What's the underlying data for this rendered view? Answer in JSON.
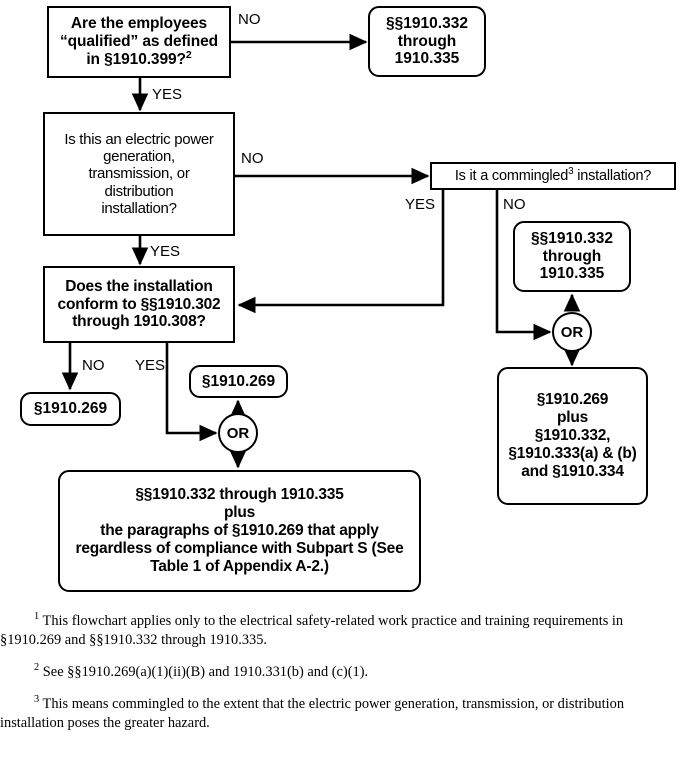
{
  "title_alt": "OSHA electrical safety work practice applicability flowchart",
  "nodes": {
    "q_qualified": "Are the employees\n“qualified” as defined\nin §1910.399?",
    "q_qualified_sup": "2",
    "t_332_top": "§§1910.332\nthrough\n1910.335",
    "q_epg": "Is this an electric power\ngeneration,\ntransmission, or\ndistribution\ninstallation?",
    "q_commingled_a": "Is it a commingled",
    "q_commingled_sup": "3",
    "q_commingled_b": " installation?",
    "t_332_right": "§§1910.332\nthrough\n1910.335",
    "q_conform": "Does the installation\nconform to §§1910.302\nthrough 1910.308?",
    "t_269_left": "§1910.269",
    "t_269_mid": "§1910.269",
    "or_left": "OR",
    "or_right": "OR",
    "t_big_bottom": "§§1910.332 through 1910.335\nplus\nthe paragraphs of §1910.269 that apply\nregardless of compliance with Subpart S (See\nTable 1 of Appendix A-2.)",
    "t_right_plus": "§1910.269\nplus\n§1910.332,\n§1910.333(a) & (b)\nand §1910.334"
  },
  "edge_labels": {
    "no_qualified": "NO",
    "yes_qualified": "YES",
    "no_epg": "NO",
    "yes_epg": "YES",
    "yes_commingled": "YES",
    "no_commingled": "NO",
    "no_conform": "NO",
    "yes_conform": "YES"
  },
  "footnotes": [
    {
      "marker": "1",
      "text": "This flowchart applies only to the electrical safety-related work practice and training requirements in §1910.269 and §§1910.332 through 1910.335."
    },
    {
      "marker": "2",
      "text": "See §§1910.269(a)(1)(ii)(B) and 1910.331(b) and (c)(1)."
    },
    {
      "marker": "3",
      "text": "This means commingled to the extent that the electric power generation, transmission, or distribution installation poses the greater hazard."
    }
  ],
  "colors": {
    "line": "#000000",
    "background": "#ffffff"
  }
}
